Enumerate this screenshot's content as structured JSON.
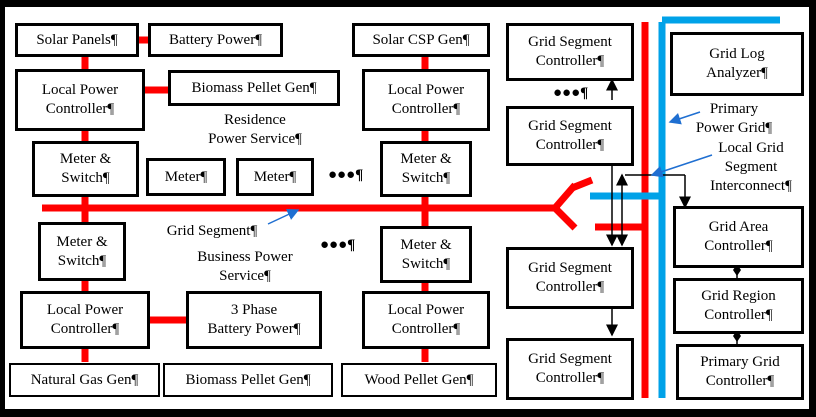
{
  "boxes": {
    "solar_panels": "Solar Panels¶",
    "battery_power": "Battery Power¶",
    "local_power_controller_tl": "Local Power\nController¶",
    "biomass_pellet_gen_top": "Biomass Pellet Gen¶",
    "solar_csp_gen": "Solar CSP Gen¶",
    "local_power_controller_tm": "Local Power\nController¶",
    "meter_switch_tl": "Meter &\nSwitch¶",
    "meter_1": "Meter¶",
    "meter_2": "Meter¶",
    "meter_switch_tm": "Meter &\nSwitch¶",
    "meter_switch_bl": "Meter &\nSwitch¶",
    "meter_switch_bm": "Meter &\nSwitch¶",
    "local_power_controller_bl": "Local Power\nController¶",
    "three_phase_battery": "3 Phase\nBattery Power¶",
    "local_power_controller_bm": "Local Power\nController¶",
    "natural_gas_gen": "Natural Gas Gen¶",
    "biomass_pellet_gen_bottom": "Biomass Pellet Gen¶",
    "wood_pellet_gen": "Wood Pellet Gen¶",
    "grid_segment_controller_1": "Grid Segment\nController¶",
    "grid_segment_controller_2": "Grid Segment\nController¶",
    "grid_segment_controller_3": "Grid Segment\nController¶",
    "grid_segment_controller_4": "Grid Segment\nController¶",
    "grid_log_analyzer": "Grid Log\nAnalyzer¶",
    "grid_area_controller": "Grid Area\nController¶",
    "grid_region_controller": "Grid Region\nController¶",
    "primary_grid_controller": "Primary Grid\nController¶"
  },
  "labels": {
    "residence_power_service": "Residence\nPower Service¶",
    "grid_segment": "Grid Segment¶",
    "business_power_service": "Business Power\nService¶",
    "primary_power_grid": "Primary\nPower Grid¶",
    "local_grid_segment_interconnect": "Local Grid\nSegment\nInterconnect¶"
  },
  "ellipses": {
    "residence_row": "●●●¶",
    "business_row": "●●●¶",
    "controller_column": "●●●¶"
  },
  "colors": {
    "power_line": "#ff0000",
    "primary_grid": "#00a2e8",
    "annotation_arrow": "#1f6fd1",
    "background_border": "#000000"
  }
}
